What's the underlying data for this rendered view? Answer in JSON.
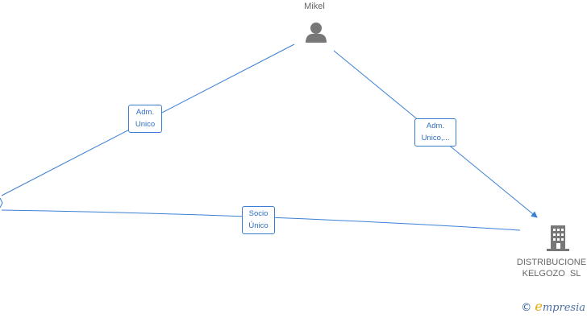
{
  "nodes": {
    "person": {
      "name": "Mikel"
    },
    "company": {
      "name_line1": "DISTRIBUCIONE",
      "name_line2": "KELGOZO  SL"
    }
  },
  "edges": [
    {
      "line1": "Adm.",
      "line2": "Unico"
    },
    {
      "line1": "Adm.",
      "line2": "Unico,..."
    },
    {
      "line1": "Socio",
      "line2": "Único"
    }
  ],
  "watermark": {
    "copyright": "©",
    "brand_e": "e",
    "brand_rest": "mpresia"
  },
  "colors": {
    "edge": "#3a7fd4",
    "icon": "#777777",
    "label_text": "#2f6fc0"
  }
}
